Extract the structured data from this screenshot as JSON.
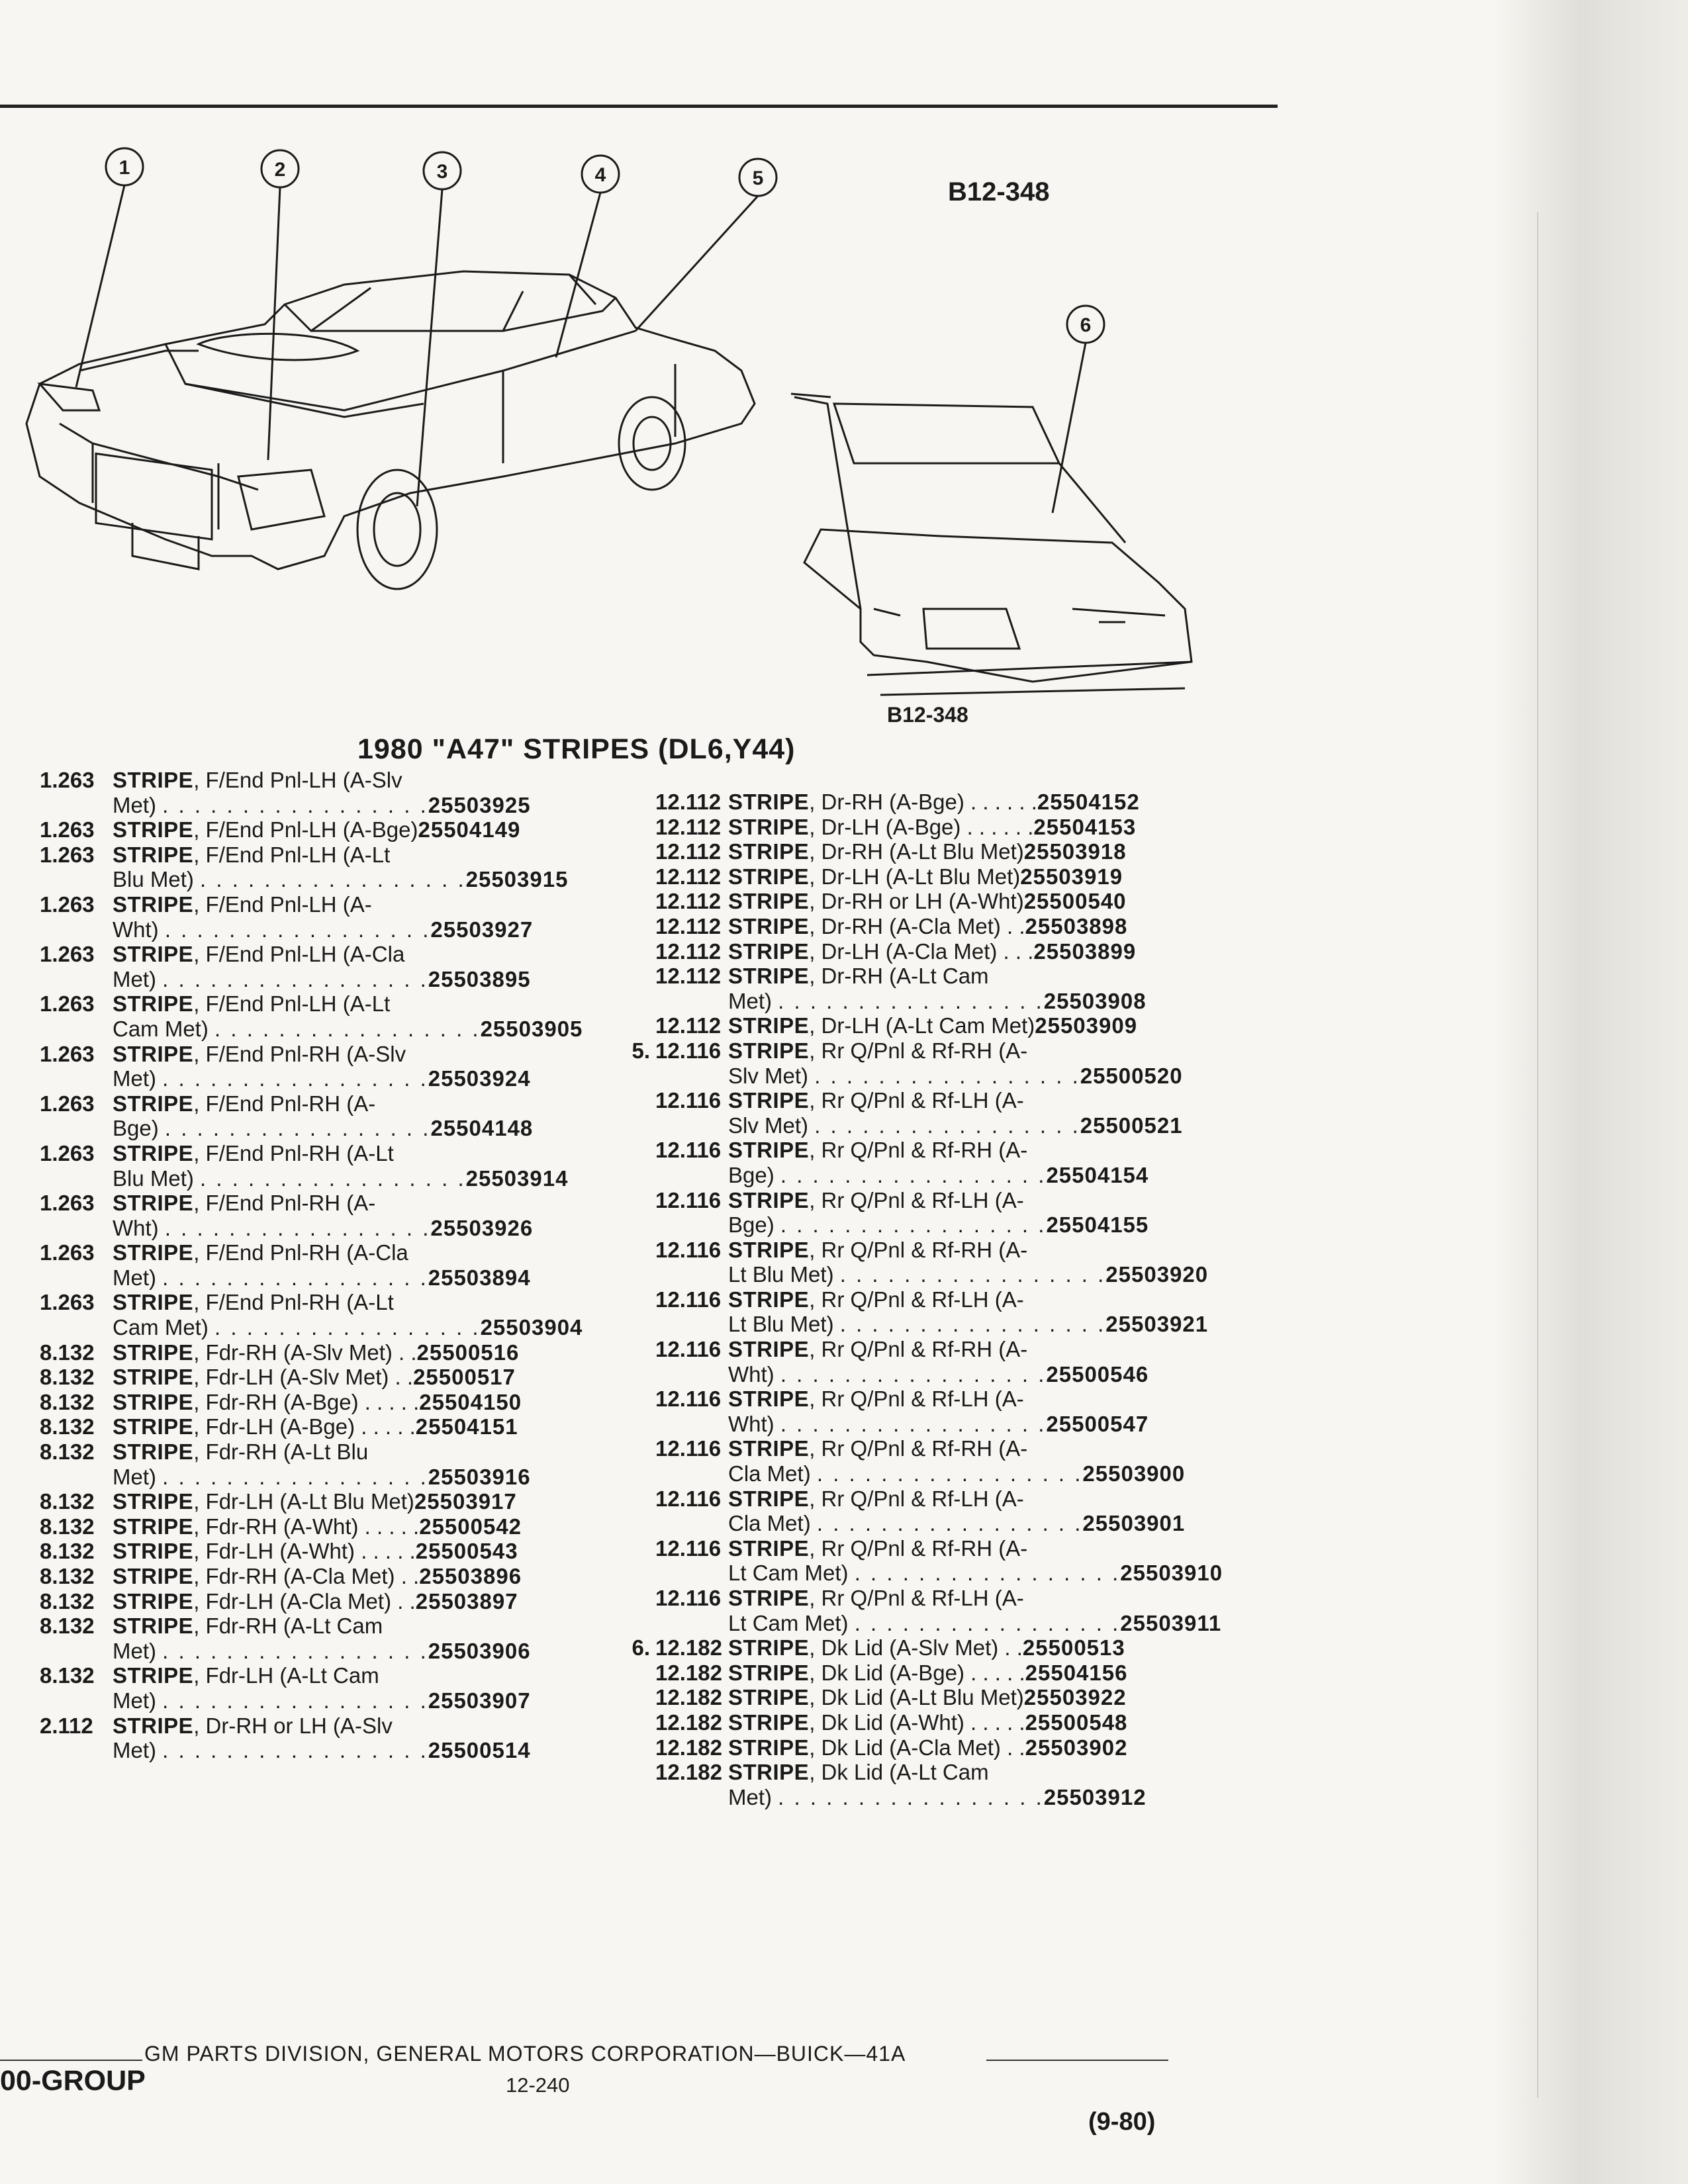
{
  "figure": {
    "code_top": "B12-348",
    "code_bottom": "B12-348",
    "callouts": [
      "1",
      "2",
      "3",
      "4",
      "5",
      "6"
    ]
  },
  "section": {
    "title": "1980 \"A47\" STRIPES (DL6,Y44)"
  },
  "left_column": [
    {
      "item": "",
      "ref": "1.263",
      "lines": [
        [
          "STRIPE",
          ", F/End Pnl-LH (A-Slv"
        ],
        [
          "Met) ",
          "",
          ""
        ]
      ],
      "part": "25503925"
    },
    {
      "item": "",
      "ref": "1.263",
      "lines": [
        [
          "STRIPE",
          ", F/End Pnl-LH (A-Bge)"
        ]
      ],
      "part": "25504149"
    },
    {
      "item": "",
      "ref": "1.263",
      "lines": [
        [
          "STRIPE",
          ", F/End Pnl-LH (A-Lt"
        ],
        [
          "Blu Met) "
        ]
      ],
      "part": "25503915"
    },
    {
      "item": "",
      "ref": "1.263",
      "lines": [
        [
          "STRIPE",
          ", F/End Pnl-LH (A-"
        ],
        [
          "Wht) "
        ]
      ],
      "part": "25503927"
    },
    {
      "item": "",
      "ref": "1.263",
      "lines": [
        [
          "STRIPE",
          ", F/End Pnl-LH (A-Cla"
        ],
        [
          "Met) "
        ]
      ],
      "part": "25503895"
    },
    {
      "item": "",
      "ref": "1.263",
      "lines": [
        [
          "STRIPE",
          ", F/End Pnl-LH (A-Lt"
        ],
        [
          "Cam Met) "
        ]
      ],
      "part": "25503905"
    },
    {
      "item": "",
      "ref": "1.263",
      "lines": [
        [
          "STRIPE",
          ", F/End Pnl-RH (A-Slv"
        ],
        [
          "Met) "
        ]
      ],
      "part": "25503924"
    },
    {
      "item": "",
      "ref": "1.263",
      "lines": [
        [
          "STRIPE",
          ", F/End Pnl-RH (A-"
        ],
        [
          "Bge) "
        ]
      ],
      "part": "25504148"
    },
    {
      "item": "",
      "ref": "1.263",
      "lines": [
        [
          "STRIPE",
          ", F/End Pnl-RH (A-Lt"
        ],
        [
          "Blu Met) "
        ]
      ],
      "part": "25503914"
    },
    {
      "item": "",
      "ref": "1.263",
      "lines": [
        [
          "STRIPE",
          ", F/End Pnl-RH (A-"
        ],
        [
          "Wht) "
        ]
      ],
      "part": "25503926"
    },
    {
      "item": "",
      "ref": "1.263",
      "lines": [
        [
          "STRIPE",
          ", F/End Pnl-RH (A-Cla"
        ],
        [
          "Met) "
        ]
      ],
      "part": "25503894"
    },
    {
      "item": "",
      "ref": "1.263",
      "lines": [
        [
          "STRIPE",
          ", F/End Pnl-RH (A-Lt"
        ],
        [
          "Cam Met) "
        ]
      ],
      "part": "25503904"
    },
    {
      "item": "",
      "ref": "8.132",
      "lines": [
        [
          "STRIPE",
          ", Fdr-RH (A-Slv Met) . ."
        ]
      ],
      "part": "25500516"
    },
    {
      "item": "",
      "ref": "8.132",
      "lines": [
        [
          "STRIPE",
          ", Fdr-LH (A-Slv Met) . ."
        ]
      ],
      "part": "25500517"
    },
    {
      "item": "",
      "ref": "8.132",
      "lines": [
        [
          "STRIPE",
          ", Fdr-RH (A-Bge) . . . . ."
        ]
      ],
      "part": "25504150"
    },
    {
      "item": "",
      "ref": "8.132",
      "lines": [
        [
          "STRIPE",
          ", Fdr-LH (A-Bge) . . . . ."
        ]
      ],
      "part": "25504151"
    },
    {
      "item": "",
      "ref": "8.132",
      "lines": [
        [
          "STRIPE",
          ", Fdr-RH (A-Lt Blu"
        ],
        [
          "Met) "
        ]
      ],
      "part": "25503916"
    },
    {
      "item": "",
      "ref": "8.132",
      "lines": [
        [
          "STRIPE",
          ", Fdr-LH (A-Lt Blu Met)"
        ]
      ],
      "part": "25503917"
    },
    {
      "item": "",
      "ref": "8.132",
      "lines": [
        [
          "STRIPE",
          ", Fdr-RH (A-Wht) . . . . ."
        ]
      ],
      "part": "25500542"
    },
    {
      "item": "",
      "ref": "8.132",
      "lines": [
        [
          "STRIPE",
          ", Fdr-LH (A-Wht) . . . . ."
        ]
      ],
      "part": "25500543"
    },
    {
      "item": "",
      "ref": "8.132",
      "lines": [
        [
          "STRIPE",
          ", Fdr-RH (A-Cla Met) . ."
        ]
      ],
      "part": "25503896"
    },
    {
      "item": "",
      "ref": "8.132",
      "lines": [
        [
          "STRIPE",
          ", Fdr-LH (A-Cla Met) . ."
        ]
      ],
      "part": "25503897"
    },
    {
      "item": "",
      "ref": "8.132",
      "lines": [
        [
          "STRIPE",
          ", Fdr-RH (A-Lt Cam"
        ],
        [
          "Met) "
        ]
      ],
      "part": "25503906"
    },
    {
      "item": "",
      "ref": "8.132",
      "lines": [
        [
          "STRIPE",
          ", Fdr-LH (A-Lt Cam"
        ],
        [
          "Met) "
        ]
      ],
      "part": "25503907"
    },
    {
      "item": "",
      "ref": "2.112",
      "lines": [
        [
          "STRIPE",
          ", Dr-RH or LH (A-Slv"
        ],
        [
          "Met) "
        ]
      ],
      "part": "25500514"
    }
  ],
  "right_column": [
    {
      "item": "",
      "ref": "12.112",
      "lines": [
        [
          "STRIPE",
          ", Dr-RH (A-Bge) . . . . . ."
        ]
      ],
      "part": "25504152"
    },
    {
      "item": "",
      "ref": "12.112",
      "lines": [
        [
          "STRIPE",
          ", Dr-LH (A-Bge) . . . . . ."
        ]
      ],
      "part": "25504153"
    },
    {
      "item": "",
      "ref": "12.112",
      "lines": [
        [
          "STRIPE",
          ", Dr-RH (A-Lt Blu Met)"
        ]
      ],
      "part": "25503918"
    },
    {
      "item": "",
      "ref": "12.112",
      "lines": [
        [
          "STRIPE",
          ", Dr-LH (A-Lt Blu Met)"
        ]
      ],
      "part": "25503919"
    },
    {
      "item": "",
      "ref": "12.112",
      "lines": [
        [
          "STRIPE",
          ", Dr-RH or LH (A-Wht)"
        ]
      ],
      "part": "25500540"
    },
    {
      "item": "",
      "ref": "12.112",
      "lines": [
        [
          "STRIPE",
          ", Dr-RH (A-Cla Met) . ."
        ]
      ],
      "part": "25503898"
    },
    {
      "item": "",
      "ref": "12.112",
      "lines": [
        [
          "STRIPE",
          ", Dr-LH (A-Cla Met) . . ."
        ]
      ],
      "part": "25503899"
    },
    {
      "item": "",
      "ref": "12.112",
      "lines": [
        [
          "STRIPE",
          ", Dr-RH (A-Lt Cam"
        ],
        [
          "Met) "
        ]
      ],
      "part": "25503908"
    },
    {
      "item": "",
      "ref": "12.112",
      "lines": [
        [
          "STRIPE",
          ", Dr-LH (A-Lt Cam Met)"
        ]
      ],
      "part": "25503909"
    },
    {
      "item": "5.",
      "ref": "12.116",
      "lines": [
        [
          "STRIPE",
          ", Rr Q/Pnl & Rf-RH (A-"
        ],
        [
          "Slv Met) "
        ]
      ],
      "part": "25500520"
    },
    {
      "item": "",
      "ref": "12.116",
      "lines": [
        [
          "STRIPE",
          ", Rr Q/Pnl & Rf-LH (A-"
        ],
        [
          "Slv Met) "
        ]
      ],
      "part": "25500521"
    },
    {
      "item": "",
      "ref": "12.116",
      "lines": [
        [
          "STRIPE",
          ", Rr Q/Pnl & Rf-RH (A-"
        ],
        [
          "Bge) "
        ]
      ],
      "part": "25504154"
    },
    {
      "item": "",
      "ref": "12.116",
      "lines": [
        [
          "STRIPE",
          ", Rr Q/Pnl & Rf-LH (A-"
        ],
        [
          "Bge) "
        ]
      ],
      "part": "25504155"
    },
    {
      "item": "",
      "ref": "12.116",
      "lines": [
        [
          "STRIPE",
          ", Rr Q/Pnl & Rf-RH (A-"
        ],
        [
          "Lt Blu Met) "
        ]
      ],
      "part": "25503920"
    },
    {
      "item": "",
      "ref": "12.116",
      "lines": [
        [
          "STRIPE",
          ", Rr Q/Pnl & Rf-LH (A-"
        ],
        [
          "Lt Blu Met) "
        ]
      ],
      "part": "25503921"
    },
    {
      "item": "",
      "ref": "12.116",
      "lines": [
        [
          "STRIPE",
          ", Rr Q/Pnl & Rf-RH (A-"
        ],
        [
          "Wht) "
        ]
      ],
      "part": "25500546"
    },
    {
      "item": "",
      "ref": "12.116",
      "lines": [
        [
          "STRIPE",
          ", Rr Q/Pnl & Rf-LH (A-"
        ],
        [
          "Wht) "
        ]
      ],
      "part": "25500547"
    },
    {
      "item": "",
      "ref": "12.116",
      "lines": [
        [
          "STRIPE",
          ", Rr Q/Pnl & Rf-RH (A-"
        ],
        [
          "Cla Met) "
        ]
      ],
      "part": "25503900"
    },
    {
      "item": "",
      "ref": "12.116",
      "lines": [
        [
          "STRIPE",
          ", Rr Q/Pnl & Rf-LH (A-"
        ],
        [
          "Cla Met) "
        ]
      ],
      "part": "25503901"
    },
    {
      "item": "",
      "ref": "12.116",
      "lines": [
        [
          "STRIPE",
          ", Rr Q/Pnl & Rf-RH (A-"
        ],
        [
          "Lt Cam Met) "
        ]
      ],
      "part": "25503910"
    },
    {
      "item": "",
      "ref": "12.116",
      "lines": [
        [
          "STRIPE",
          ", Rr Q/Pnl & Rf-LH (A-"
        ],
        [
          "Lt Cam Met) "
        ]
      ],
      "part": "25503911"
    },
    {
      "item": "6.",
      "ref": "12.182",
      "lines": [
        [
          "STRIPE",
          ", Dk Lid (A-Slv Met) . ."
        ]
      ],
      "part": "25500513"
    },
    {
      "item": "",
      "ref": "12.182",
      "lines": [
        [
          "STRIPE",
          ", Dk Lid (A-Bge) . . . . ."
        ]
      ],
      "part": "25504156"
    },
    {
      "item": "",
      "ref": "12.182",
      "lines": [
        [
          "STRIPE",
          ", Dk Lid (A-Lt Blu Met)"
        ]
      ],
      "part": "25503922"
    },
    {
      "item": "",
      "ref": "12.182",
      "lines": [
        [
          "STRIPE",
          ", Dk Lid (A-Wht) . . . . ."
        ]
      ],
      "part": "25500548"
    },
    {
      "item": "",
      "ref": "12.182",
      "lines": [
        [
          "STRIPE",
          ", Dk Lid (A-Cla Met) . ."
        ]
      ],
      "part": "25503902"
    },
    {
      "item": "",
      "ref": "12.182",
      "lines": [
        [
          "STRIPE",
          ", Dk Lid (A-Lt Cam"
        ],
        [
          "Met) "
        ]
      ],
      "part": "25503912"
    }
  ],
  "footer": {
    "group": "00-GROUP",
    "corporation": "GM PARTS DIVISION, GENERAL MOTORS CORPORATION—BUICK—41A",
    "page": "12-240",
    "date": "(9-80)"
  }
}
